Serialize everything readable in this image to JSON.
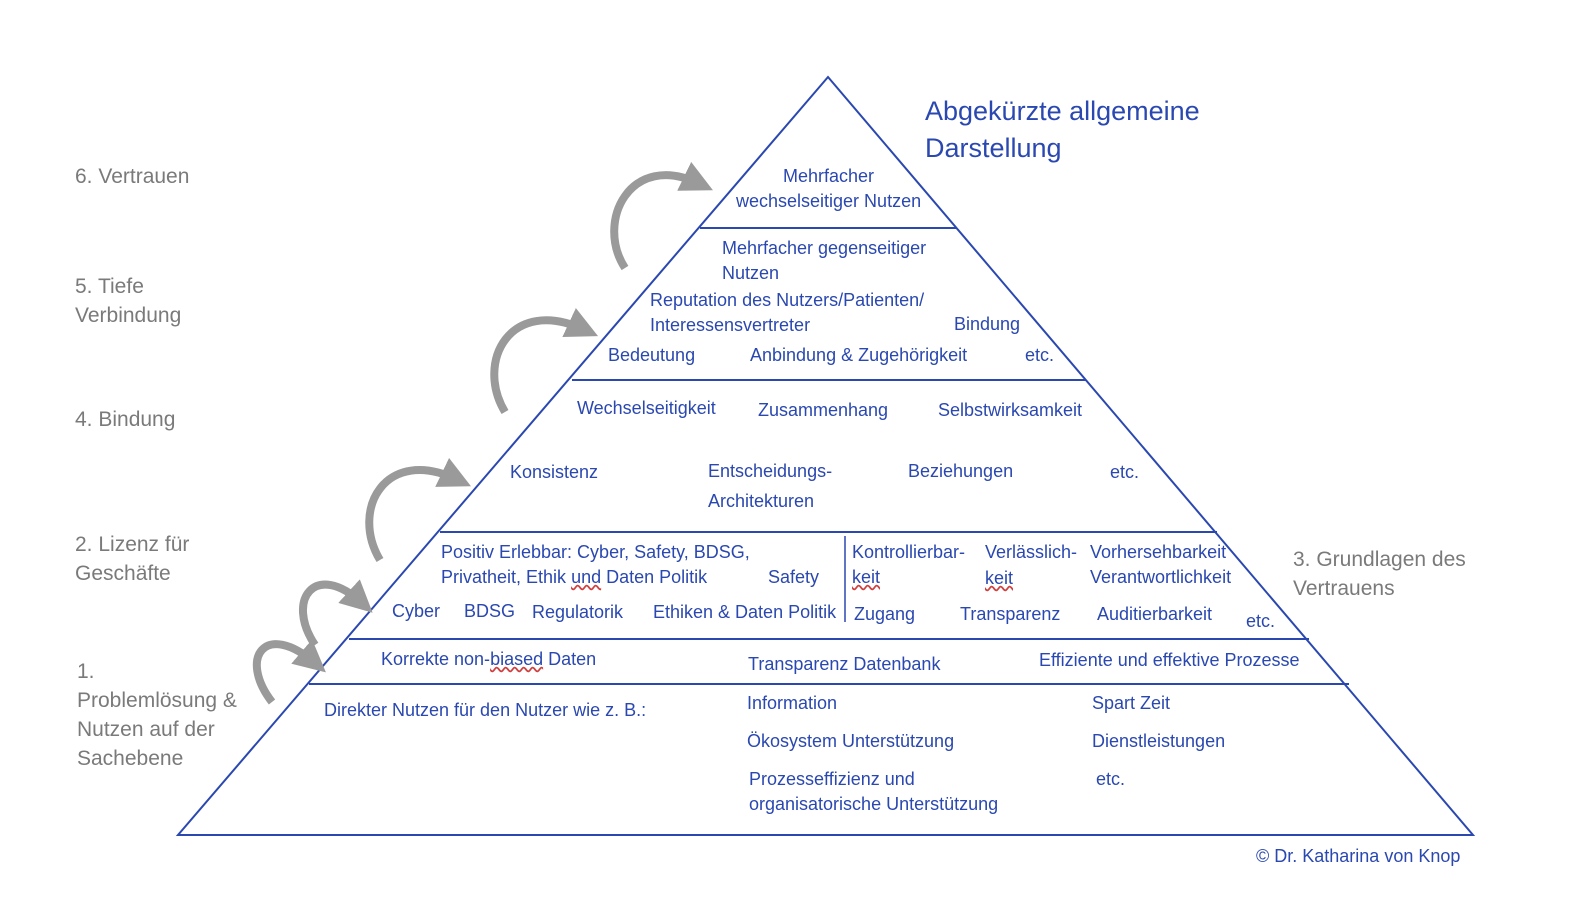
{
  "title": {
    "line1": "Abgekürzte allgemeine",
    "line2": "Darstellung"
  },
  "copyright": "©  Dr. Katharina von Knop",
  "level_labels": {
    "l6": "6. Vertrauen",
    "l5_1": "5. Tiefe",
    "l5_2": "Verbindung",
    "l4": "4. Bindung",
    "l2_1": "2. Lizenz für",
    "l2_2": "Geschäfte",
    "l1_1": "1.",
    "l1_2": "Problemlösung &",
    "l1_3": "Nutzen auf der",
    "l1_4": "Sachebene",
    "l3_1": "3. Grundlagen des",
    "l3_2": "Vertrauens"
  },
  "tier6": {
    "line1": "Mehrfacher",
    "line2": "wechselseitiger Nutzen"
  },
  "tier5": {
    "a1": "Mehrfacher gegenseitiger",
    "a2": "Nutzen",
    "b1": "Reputation des Nutzers/Patienten/",
    "b2": "Interessensvertreter",
    "bindung": "Bindung",
    "bedeutung": "Bedeutung",
    "anbindung": "Anbindung & Zugehörigkeit",
    "etc": "etc."
  },
  "tier4": {
    "wechsel": "Wechselseitigkeit",
    "zusammen": "Zusammenhang",
    "selbst": "Selbstwirksamkeit",
    "konsistenz": "Konsistenz",
    "entsch1": "Entscheidungs-",
    "entsch2": "Architekturen",
    "bezieh": "Beziehungen",
    "etc": "etc."
  },
  "tier3": {
    "pos1": "Positiv Erlebbar: Cyber, Safety, BDSG,",
    "pos2a": "Privatheit,  Ethik ",
    "pos2b": "und",
    "pos2c": " Daten Politik",
    "safety": "Safety",
    "cyber": "Cyber",
    "bdsg": "BDSG",
    "regul": "Regulatorik",
    "ethik": "Ethiken & Daten Politik",
    "kontr1": "Kontrollierbar-",
    "kontr2": "keit",
    "verl1": "Verlässlich-",
    "verl2": "keit",
    "vorh": "Vorhersehbarkeit",
    "verant": "Verantwortlichkeit",
    "zugang": "Zugang",
    "transp": "Transparenz",
    "audit": "Auditierbarkeit",
    "etc": "etc."
  },
  "tier2": {
    "korr_a": "Korrekte non-",
    "korr_b": "biased",
    "korr_c": " Daten",
    "transp": "Transparenz Datenbank",
    "eff": "Effiziente und effektive Prozesse"
  },
  "tier1": {
    "direkt": "Direkter Nutzen für den Nutzer wie z. B.:",
    "info": "Information",
    "oeko": "Ökosystem Unterstützung",
    "proz1": "Prozesseffizienz und",
    "proz2": "organisatorische Unterstützung",
    "spart": "Spart Zeit",
    "dienst": "Dienstleistungen",
    "etc": "etc."
  }
}
